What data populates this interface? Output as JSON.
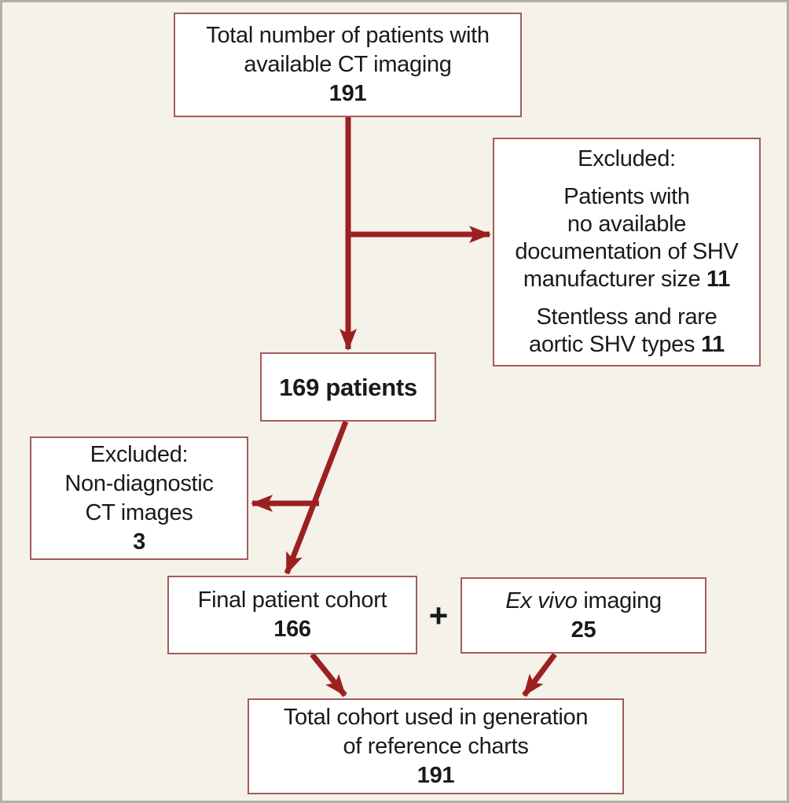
{
  "colors": {
    "background": "#f4f2e9",
    "frame_border": "#b1aeae",
    "box_border": "#a45c5b",
    "box_background": "#ffffff",
    "arrow": "#9c2022",
    "text": "#1a1a1a"
  },
  "boxes": {
    "total_ct": {
      "line1": "Total number of patients with",
      "line2": "available CT imaging",
      "count": "191"
    },
    "excluded_right": {
      "title": "Excluded:",
      "item1_l1": "Patients with",
      "item1_l2": "no available",
      "item1_l3": "documentation of SHV",
      "item1_l4": "manufacturer size",
      "item1_count": "11",
      "item2_l1": "Stentless and rare",
      "item2_l2": "aortic SHV types",
      "item2_count": "11"
    },
    "patients_169": {
      "label": "169 patients"
    },
    "excluded_left": {
      "title": "Excluded:",
      "line1": "Non-diagnostic",
      "line2": "CT images",
      "count": "3"
    },
    "final_cohort": {
      "label": "Final patient cohort",
      "count": "166"
    },
    "ex_vivo": {
      "label_italic": "Ex vivo",
      "label_rest": "imaging",
      "count": "25"
    },
    "total_cohort": {
      "line1": "Total cohort used in generation",
      "line2": "of reference charts",
      "count": "191"
    }
  },
  "operators": {
    "plus": "+"
  }
}
